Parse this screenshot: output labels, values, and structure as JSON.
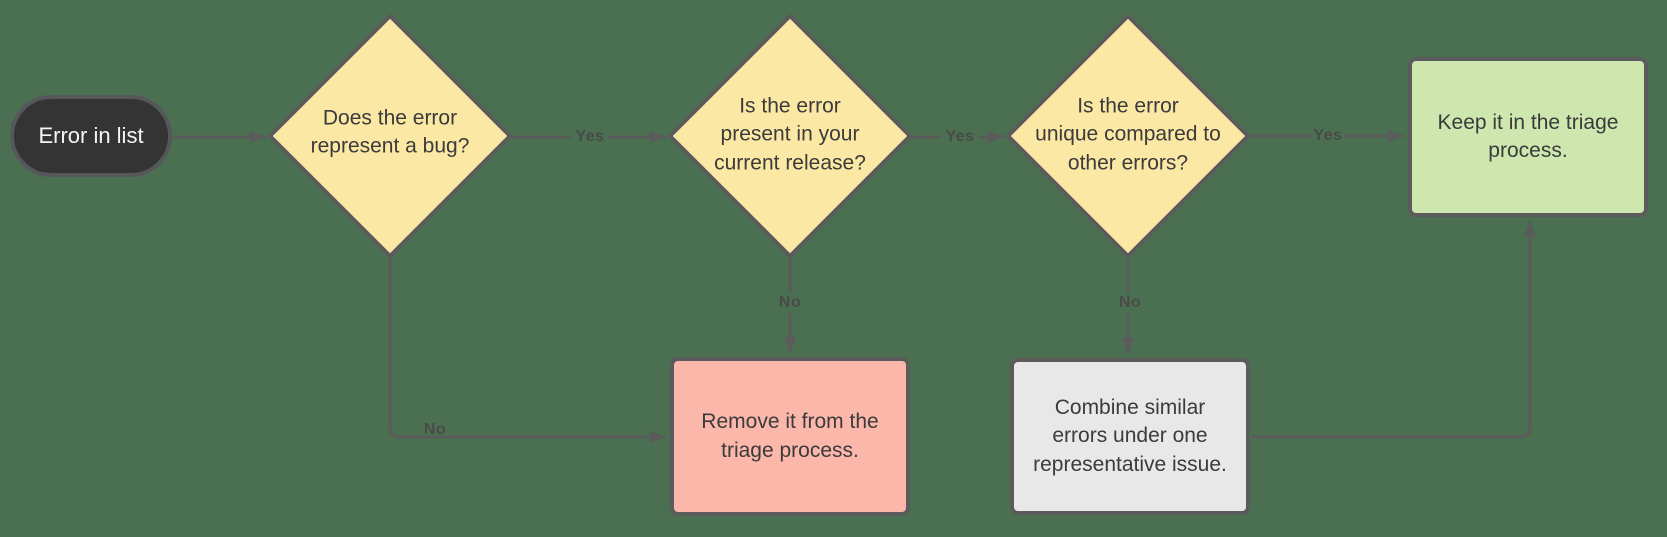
{
  "diagram": {
    "type": "flowchart",
    "colors": {
      "background": "#4A7051",
      "stroke": "#5B5B5B",
      "node_text": "#3B3B3B",
      "label_text": "#4A4A4A",
      "decision_fill": "#FCE8A5",
      "keep_fill": "#CDE7AF",
      "remove_fill": "#FCB7AB",
      "combine_fill": "#E8E8E8",
      "start_fill": "#343434",
      "start_border": "#55575A",
      "start_text": "#F5F5F5"
    },
    "nodes": {
      "start": {
        "type": "terminator",
        "label": "Error in list"
      },
      "decision_bug": {
        "type": "decision",
        "label": "Does the error\nrepresent a bug?"
      },
      "decision_release": {
        "type": "decision",
        "label": "Is the error\npresent in your\ncurrent release?"
      },
      "decision_unique": {
        "type": "decision",
        "label": "Is the error\nunique compared to\nother errors?"
      },
      "keep": {
        "type": "process",
        "label": "Keep it in the triage\nprocess."
      },
      "remove": {
        "type": "process",
        "label": "Remove it from the\ntriage process."
      },
      "combine": {
        "type": "process",
        "label": "Combine similar\nerrors under one\nrepresentative issue."
      }
    },
    "edges": [
      {
        "from": "start",
        "to": "decision_bug",
        "label": ""
      },
      {
        "from": "decision_bug",
        "to": "decision_release",
        "label": "Yes"
      },
      {
        "from": "decision_bug",
        "to": "remove",
        "label": "No"
      },
      {
        "from": "decision_release",
        "to": "decision_unique",
        "label": "Yes"
      },
      {
        "from": "decision_release",
        "to": "remove",
        "label": "No"
      },
      {
        "from": "decision_unique",
        "to": "keep",
        "label": "Yes"
      },
      {
        "from": "decision_unique",
        "to": "combine",
        "label": "No"
      },
      {
        "from": "combine",
        "to": "keep",
        "label": ""
      }
    ]
  }
}
